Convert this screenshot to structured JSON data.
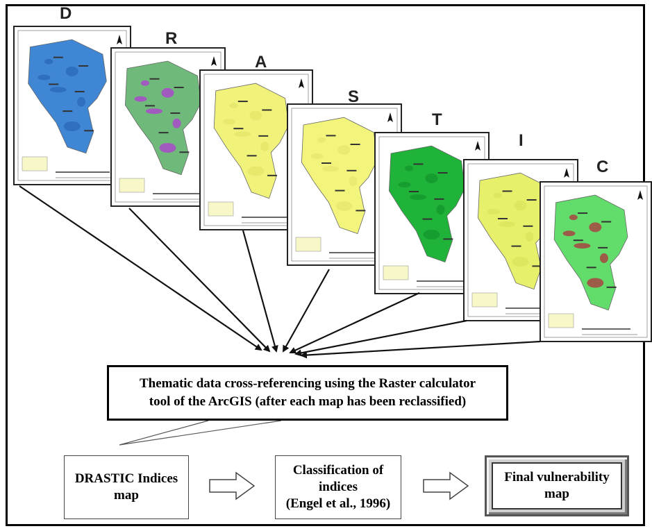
{
  "maps": [
    {
      "letter": "D",
      "fill": "#3f86d4",
      "accent": "#2a67b8",
      "bg": "#ffffff"
    },
    {
      "letter": "R",
      "fill": "#6fba7a",
      "accent": "#b23bd6",
      "bg": "#ffffff"
    },
    {
      "letter": "A",
      "fill": "#f0f27a",
      "accent": "#e4e66a",
      "bg": "#ffffff"
    },
    {
      "letter": "S",
      "fill": "#f3f47c",
      "accent": "#e6e86c",
      "bg": "#ffffff"
    },
    {
      "letter": "T",
      "fill": "#1fb33a",
      "accent": "#14952c",
      "bg": "#ffffff"
    },
    {
      "letter": "I",
      "fill": "#e6f06a",
      "accent": "#d9e45c",
      "bg": "#ffffff"
    },
    {
      "letter": "C",
      "fill": "#62dc6a",
      "accent": "#b2323c",
      "bg": "#ffffff"
    }
  ],
  "callout": {
    "line1": "Thematic data cross-referencing using the Raster calculator",
    "line2": "tool of the ArcGIS (after each map has been reclassified)"
  },
  "flow": {
    "step1": {
      "line1": "DRASTIC Indices",
      "line2": "map"
    },
    "step2": {
      "line1": "Classification of",
      "line2": "indices",
      "line3": "(Engel et al., 1996)"
    },
    "step3": {
      "line1": "Final vulnerability",
      "line2": "map"
    }
  }
}
